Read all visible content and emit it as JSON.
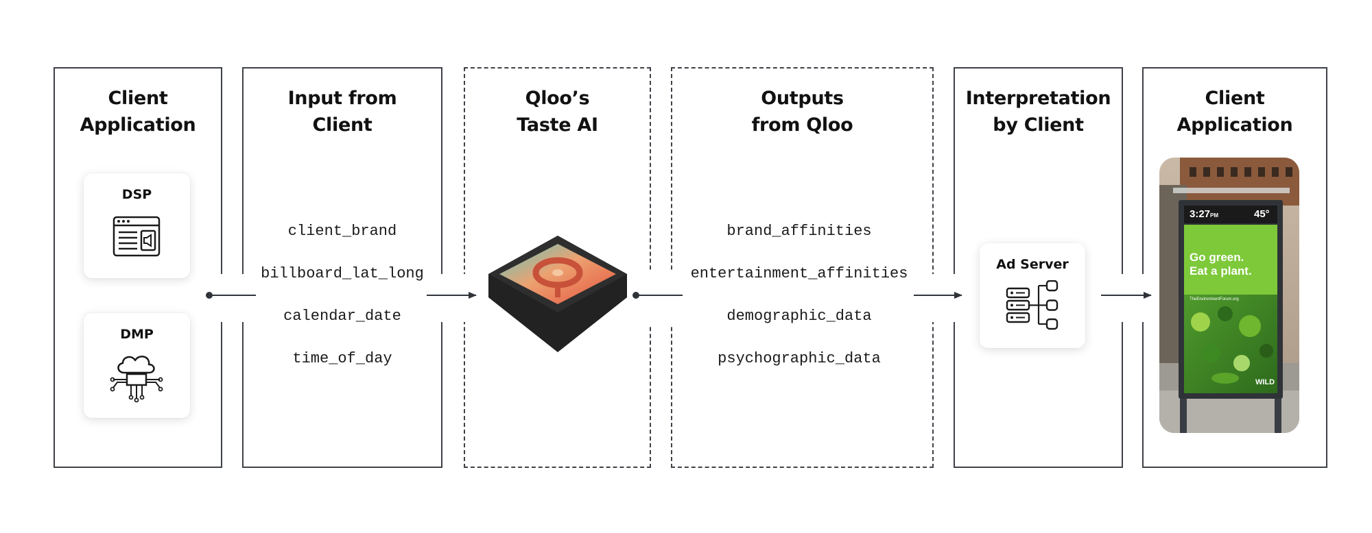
{
  "columns": [
    {
      "title_line1": "Client",
      "title_line2": "Application"
    },
    {
      "title_line1": "Input from",
      "title_line2": "Client"
    },
    {
      "title_line1": "Qloo’s",
      "title_line2": "Taste AI"
    },
    {
      "title_line1": "Outputs",
      "title_line2": "from Qloo"
    },
    {
      "title_line1": "Interpretation",
      "title_line2": "by Client"
    },
    {
      "title_line1": "Client",
      "title_line2": "Application"
    }
  ],
  "client_cards": [
    {
      "label": "DSP",
      "icon": "browser-ad-icon"
    },
    {
      "label": "DMP",
      "icon": "cloud-circuit-icon"
    }
  ],
  "inputs": [
    "client_brand",
    "billboard_lat_long",
    "calendar_date",
    "time_of_day"
  ],
  "taste_ai": {
    "icon": "qloo-chip-icon"
  },
  "outputs": [
    "brand_affinities",
    "entertainment_affinities",
    "demographic_data",
    "psychographic_data"
  ],
  "ad_server": {
    "label": "Ad Server",
    "icon": "server-network-icon"
  },
  "billboard": {
    "time": "3:27",
    "time_suffix": "PM",
    "temperature": "45°",
    "headline_1": "Go green.",
    "headline_2": "Eat a plant.",
    "url": "TheEnvironmentForum.org",
    "brand": "WILD"
  },
  "colors": {
    "border": "#3d4147",
    "billboard_green": "#7dc93a",
    "chip_dark": "#2c2c2c"
  }
}
